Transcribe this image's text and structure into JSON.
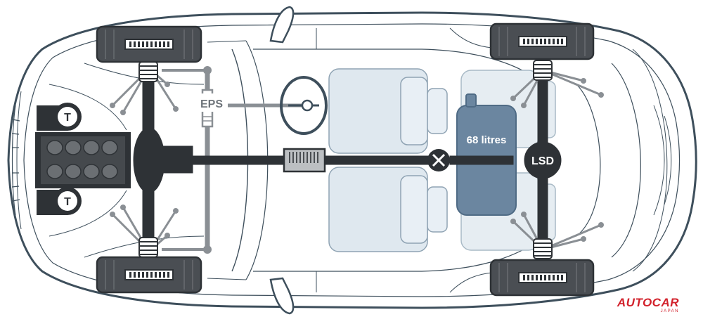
{
  "labels": {
    "eps": "EPS",
    "fuel_tank": "68 litres",
    "lsd": "LSD",
    "turbo_top": "T",
    "turbo_bottom": "T"
  },
  "brand": {
    "main": "AUTOCAR",
    "sub": "JAPAN"
  },
  "colors": {
    "body_line": "#3e4f5c",
    "body_fill": "#ffffff",
    "drivetrain": "#2e3236",
    "steering": "#8a8f94",
    "tyre": "#4a4e53",
    "fuel_tank": "#6b86a0",
    "seat": "#dfe8ef",
    "brand": "#d2212b"
  }
}
